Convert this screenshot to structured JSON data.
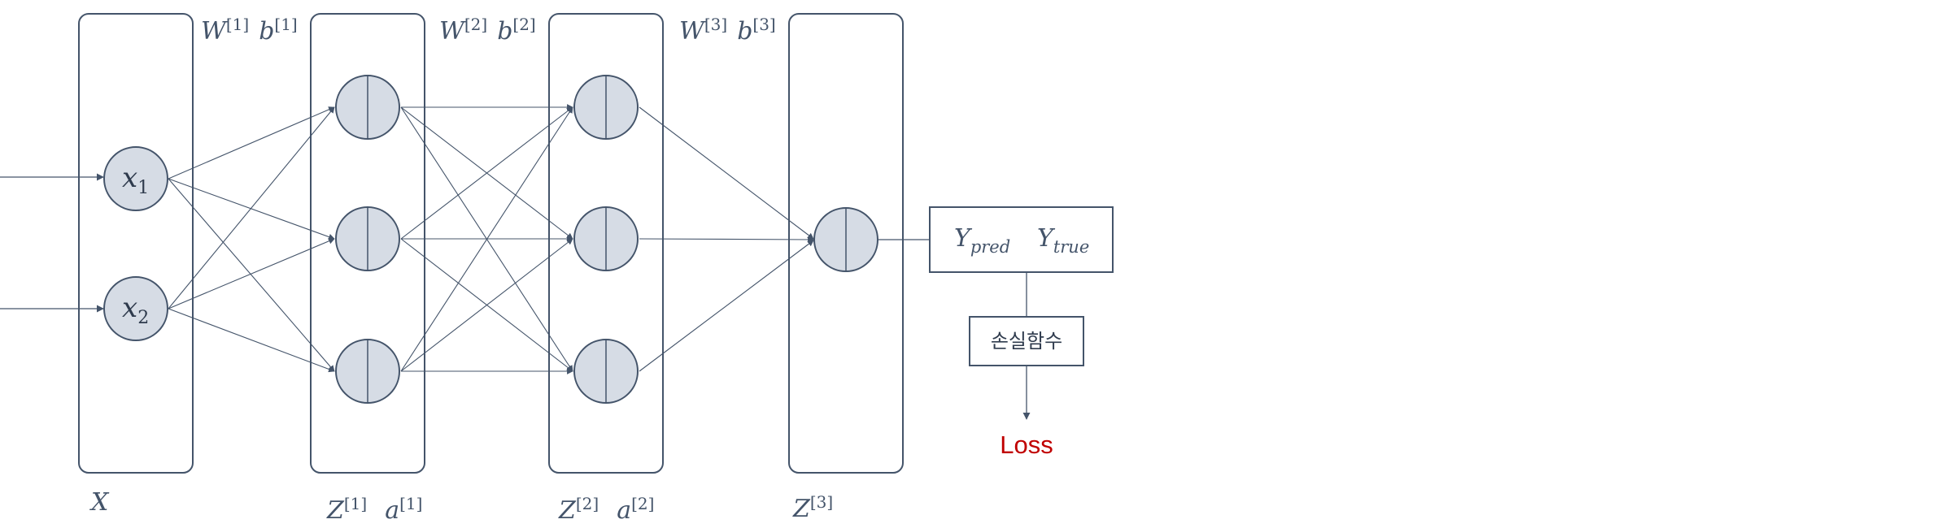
{
  "layers": {
    "input": {
      "label": "X"
    },
    "hidden1": {
      "z": "Z",
      "z_sup": "[1]",
      "a": "a",
      "a_sup": "[1]"
    },
    "hidden2": {
      "z": "Z",
      "z_sup": "[2]",
      "a": "a",
      "a_sup": "[2]"
    },
    "output": {
      "z": "Z",
      "z_sup": "[3]"
    }
  },
  "weights": [
    {
      "w": "W",
      "w_sup": "[1]",
      "b": "b",
      "b_sup": "[1]"
    },
    {
      "w": "W",
      "w_sup": "[2]",
      "b": "b",
      "b_sup": "[2]"
    },
    {
      "w": "W",
      "w_sup": "[3]",
      "b": "b",
      "b_sup": "[3]"
    }
  ],
  "inputs": [
    {
      "var": "x",
      "sub": "1"
    },
    {
      "var": "x",
      "sub": "2"
    }
  ],
  "prediction_box": {
    "pred": "Y",
    "pred_sub": "pred",
    "true": "Y",
    "true_sub": "true"
  },
  "loss_function": {
    "label": "손실함수"
  },
  "loss": {
    "label": "Loss",
    "color": "#c00000"
  },
  "colors": {
    "stroke": "#44546a",
    "node_fill": "#d6dce5",
    "text": "#44546a"
  }
}
